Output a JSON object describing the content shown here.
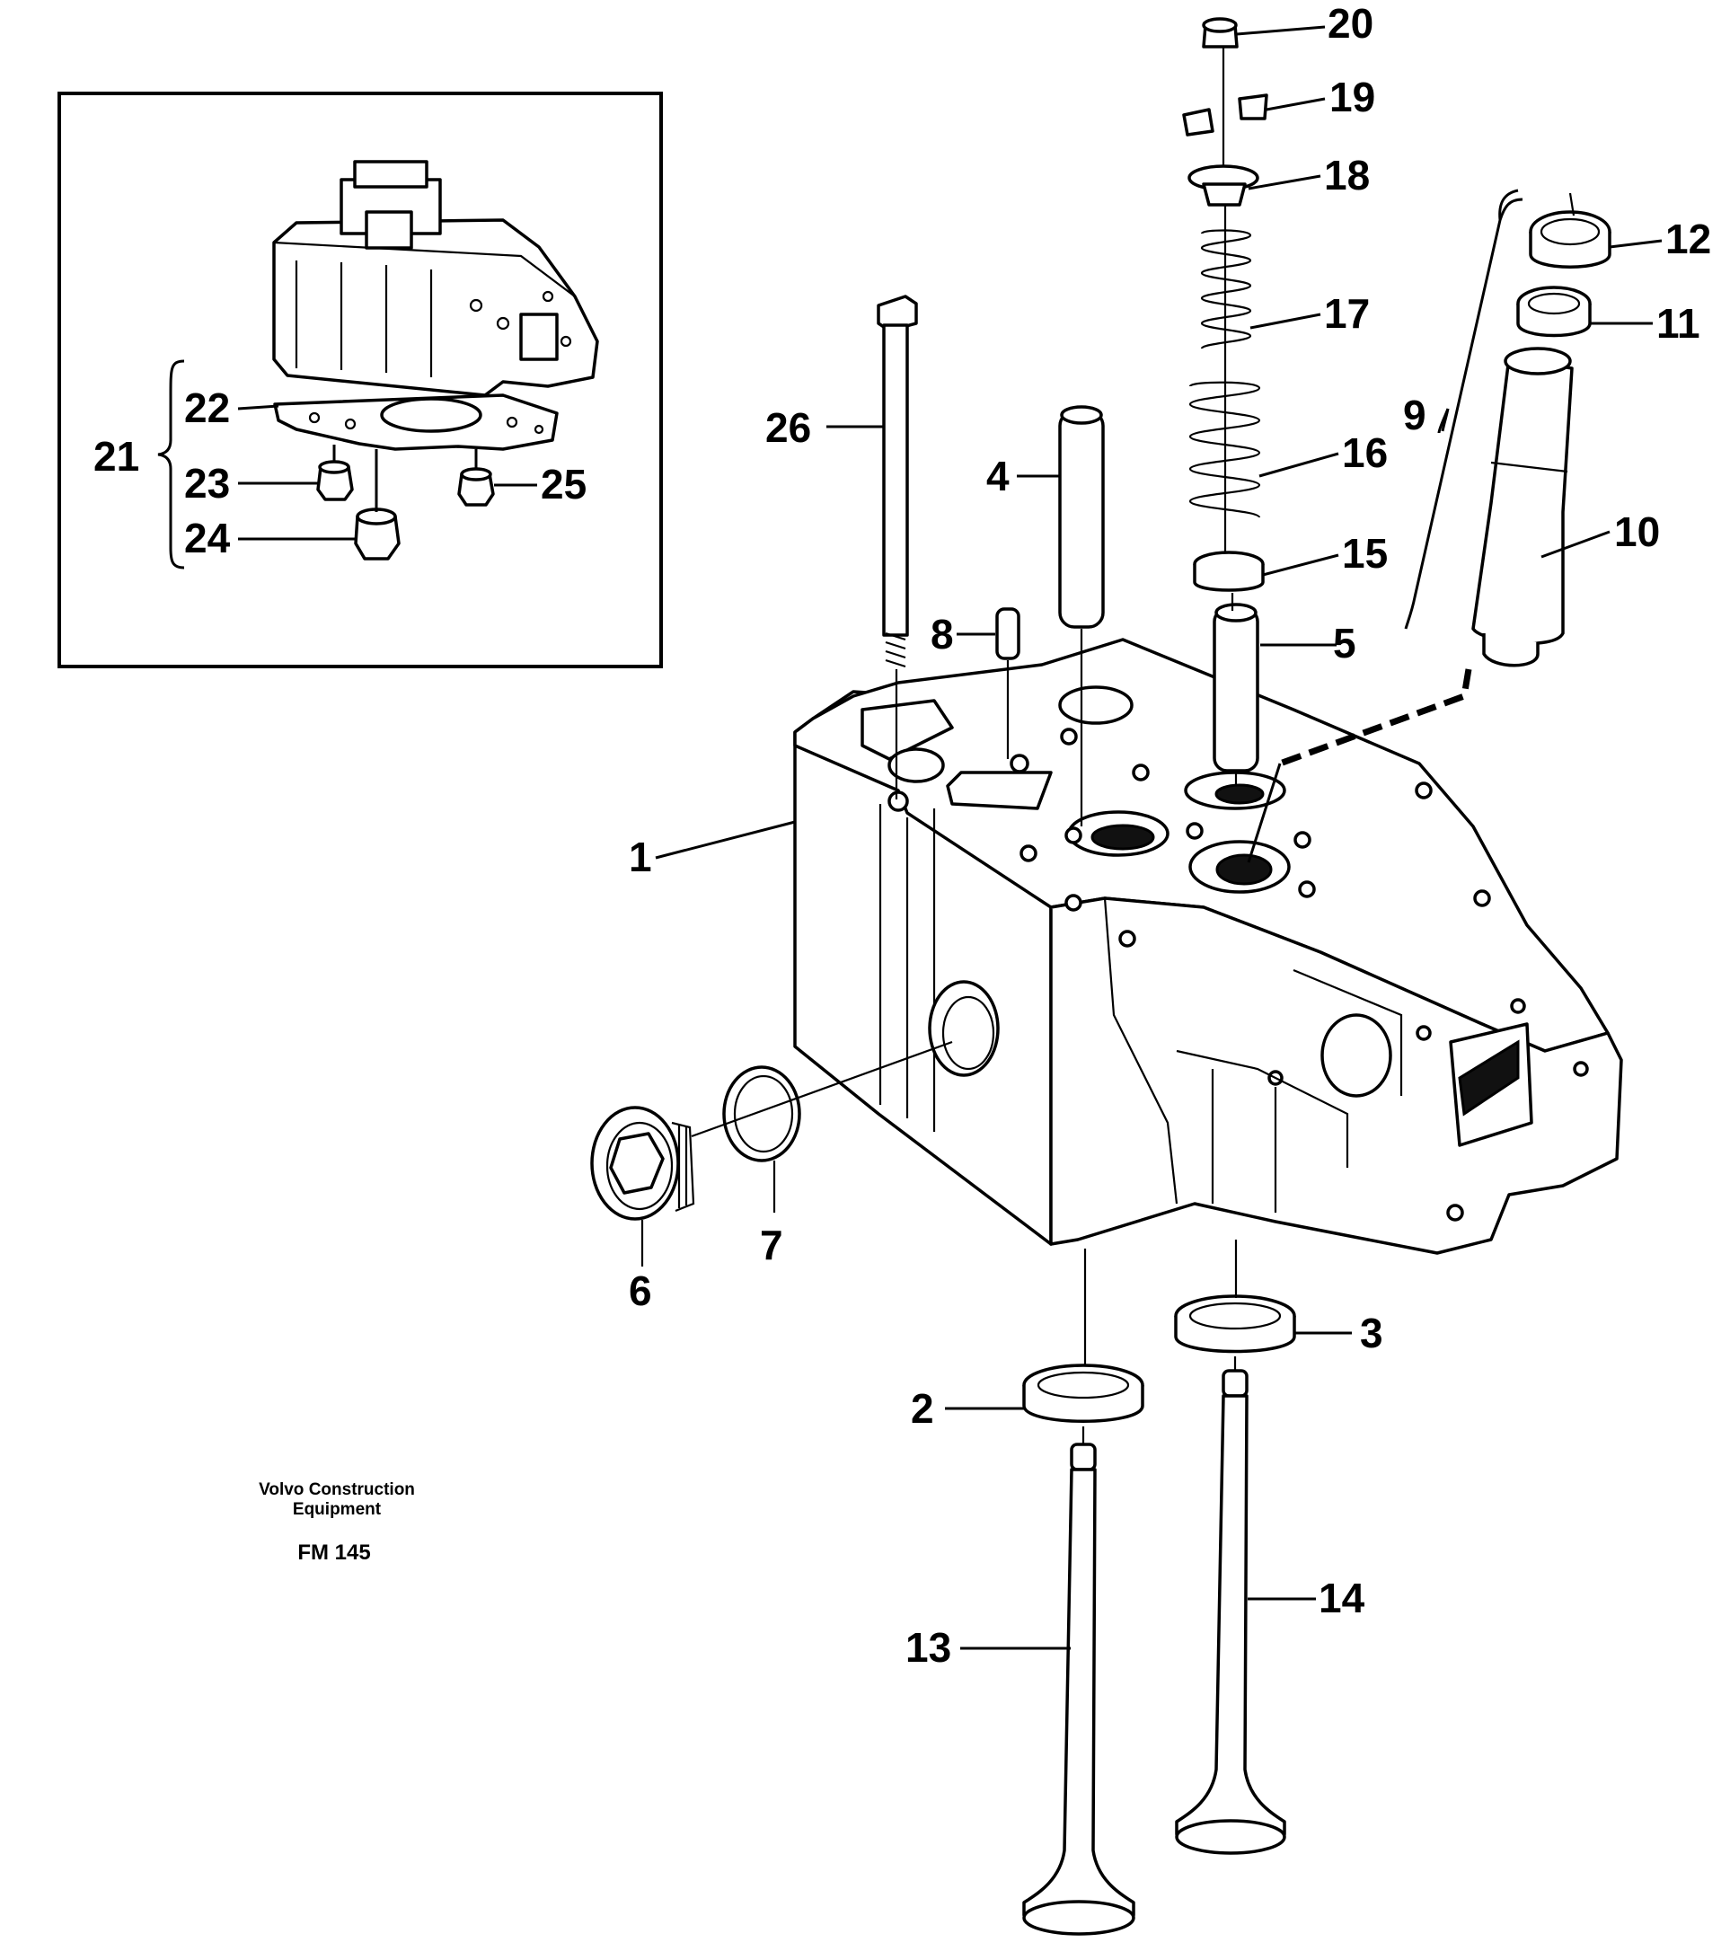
{
  "brand": {
    "company_line1": "Volvo Construction",
    "company_line2": "Equipment",
    "code": "FM 145"
  },
  "callouts": [
    {
      "id": "1",
      "label": "1"
    },
    {
      "id": "2",
      "label": "2"
    },
    {
      "id": "3",
      "label": "3"
    },
    {
      "id": "4",
      "label": "4"
    },
    {
      "id": "5",
      "label": "5"
    },
    {
      "id": "6",
      "label": "6"
    },
    {
      "id": "7",
      "label": "7"
    },
    {
      "id": "8",
      "label": "8"
    },
    {
      "id": "9",
      "label": "9"
    },
    {
      "id": "10",
      "label": "10"
    },
    {
      "id": "11",
      "label": "11"
    },
    {
      "id": "12",
      "label": "12"
    },
    {
      "id": "13",
      "label": "13"
    },
    {
      "id": "14",
      "label": "14"
    },
    {
      "id": "15",
      "label": "15"
    },
    {
      "id": "16",
      "label": "16"
    },
    {
      "id": "17",
      "label": "17"
    },
    {
      "id": "18",
      "label": "18"
    },
    {
      "id": "19",
      "label": "19"
    },
    {
      "id": "20",
      "label": "20"
    },
    {
      "id": "21",
      "label": "21"
    },
    {
      "id": "22",
      "label": "22"
    },
    {
      "id": "23",
      "label": "23"
    },
    {
      "id": "24",
      "label": "24"
    },
    {
      "id": "25",
      "label": "25"
    },
    {
      "id": "26",
      "label": "26"
    }
  ]
}
